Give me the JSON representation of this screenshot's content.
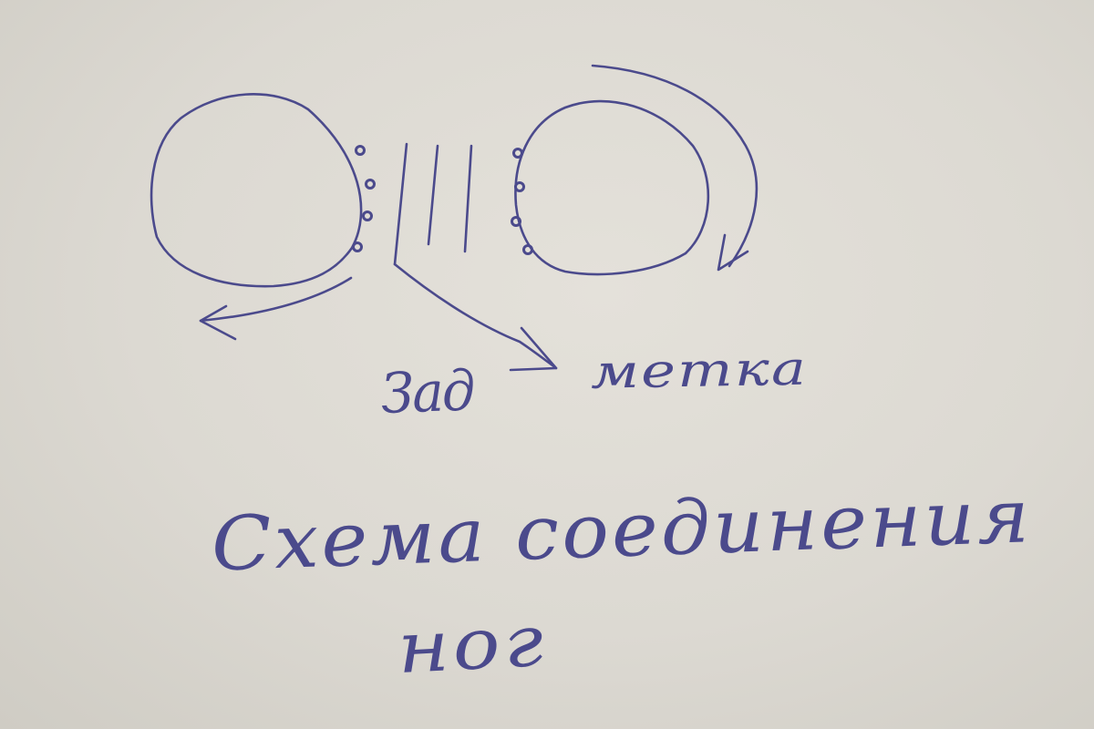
{
  "diagram": {
    "ink_color": "#4b4a8c",
    "paper_color": "#dcd9d2",
    "labels": {
      "back": "Зад",
      "marker": "метка"
    },
    "caption": {
      "line1": "Схема соединения",
      "line2": "ног"
    }
  }
}
